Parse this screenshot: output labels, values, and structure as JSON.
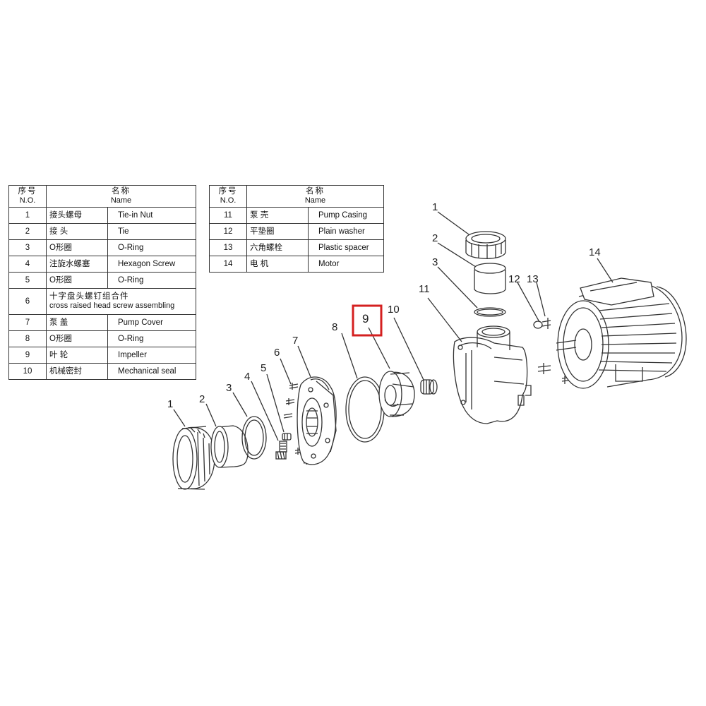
{
  "table_left": {
    "header": {
      "no_zh": "序号",
      "no_en": "N.O.",
      "name_zh": "名称",
      "name_en": "Name"
    },
    "rows": [
      {
        "no": "1",
        "zh": "接头螺母",
        "en": "Tie-in Nut"
      },
      {
        "no": "2",
        "zh": "接    头",
        "en": "Tie"
      },
      {
        "no": "3",
        "zh": "O形圈",
        "en": "O-Ring"
      },
      {
        "no": "4",
        "zh": "注旋水螺塞",
        "en": "Hexagon Screw"
      },
      {
        "no": "5",
        "zh": "O形圈",
        "en": "O-Ring"
      },
      {
        "no": "6",
        "zh": "十字盘头螺钉组合件",
        "en": "cross raised head screw assembling"
      },
      {
        "no": "7",
        "zh": "泵    盖",
        "en": "Pump Cover"
      },
      {
        "no": "8",
        "zh": "O形圈",
        "en": "O-Ring"
      },
      {
        "no": "9",
        "zh": "叶    轮",
        "en": "Impeller"
      },
      {
        "no": "10",
        "zh": "机械密封",
        "en": "Mechanical seal"
      }
    ]
  },
  "table_right": {
    "header": {
      "no_zh": "序号",
      "no_en": "N.O.",
      "name_zh": "名称",
      "name_en": "Name"
    },
    "rows": [
      {
        "no": "11",
        "zh": "泵    壳",
        "en": "Pump Casing"
      },
      {
        "no": "12",
        "zh": "平垫圈",
        "en": "Plain washer"
      },
      {
        "no": "13",
        "zh": "六角螺栓",
        "en": "Plastic spacer"
      },
      {
        "no": "14",
        "zh": "电    机",
        "en": "Motor"
      }
    ]
  },
  "callouts": {
    "p1": "1",
    "p2": "2",
    "p3": "3",
    "p4": "4",
    "p5": "5",
    "p6": "6",
    "p7": "7",
    "p8": "8",
    "p9": "9",
    "p10": "10",
    "p11": "11",
    "p12": "12",
    "p13": "13",
    "p14": "14",
    "p1b": "1",
    "p2b": "2",
    "p3b": "3"
  },
  "highlight": {
    "part": "9",
    "color": "#d42020"
  },
  "colors": {
    "line": "#333333",
    "background": "#ffffff"
  }
}
